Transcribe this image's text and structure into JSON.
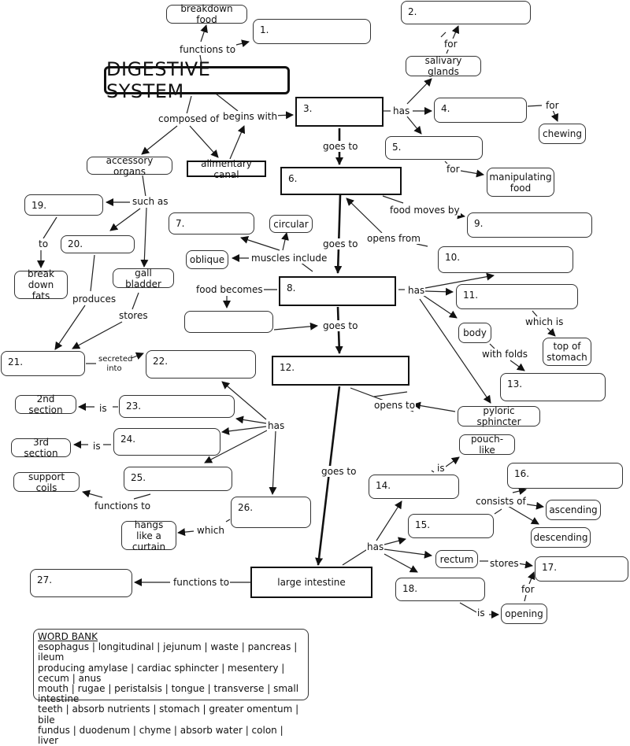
{
  "title": "DIGESTIVE SYSTEM",
  "nodes": {
    "breakdown_food": "breakdown food",
    "n1": "1.",
    "n2": "2.",
    "salivary_glands": "salivary glands",
    "n3": "3.",
    "n4": "4.",
    "chewing": "chewing",
    "n5": "5.",
    "manipulating_food": "manipulating food",
    "accessory_organs": "accessory organs",
    "alimentary_canal": "alimentary canal",
    "n6": "6.",
    "n19": "19.",
    "n20": "20.",
    "break_down_fats": "break down fats",
    "gall_bladder": "gall bladder",
    "n7": "7.",
    "circular": "circular",
    "oblique": "oblique",
    "n9": "9.",
    "n10": "10.",
    "n8": "8.",
    "food_becomes_blank": "",
    "n11": "11.",
    "body": "body",
    "top_of_stomach": "top of stomach",
    "n21": "21.",
    "n22": "22.",
    "n12": "12.",
    "n13": "13.",
    "second_section": "2nd section",
    "n23": "23.",
    "third_section": "3rd section",
    "n24": "24.",
    "pyloric_sphincter": "pyloric sphincter",
    "support_coils": "support coils",
    "n25": "25.",
    "pouch_like": "pouch-like",
    "n16": "16.",
    "n14": "14.",
    "n26": "26.",
    "ascending": "ascending",
    "n15": "15.",
    "hangs_like_curtain": "hangs like a curtain",
    "descending": "descending",
    "n27": "27.",
    "large_intestine": "large intestine",
    "rectum": "rectum",
    "n17": "17.",
    "n18": "18.",
    "opening": "opening"
  },
  "links": {
    "functions_to_1": "functions to",
    "for_2": "for",
    "has_3": "has",
    "for_4": "for",
    "for_5": "for",
    "composed_of": "composed of",
    "begins_with": "begins with",
    "goes_to_3": "goes to",
    "food_moves_by": "food moves by",
    "such_as": "such as",
    "to": "to",
    "goes_to_6": "goes to",
    "opens_from": "opens from",
    "muscles_include": "muscles include",
    "produces": "produces",
    "food_becomes": "food becomes",
    "has_8": "has",
    "stores_gb": "stores",
    "which_is": "which is",
    "secreted_into": "secreted into",
    "goes_to_8": "goes to",
    "with_folds": "with folds",
    "is_23": "is",
    "has_12": "has",
    "opens_to": "opens to",
    "is_24": "is",
    "goes_to_12": "goes to",
    "is_14": "is",
    "functions_to_25": "functions to",
    "consists_of": "consists of",
    "which": "which",
    "has_li": "has",
    "stores_rectum": "stores",
    "functions_to_27": "functions to",
    "for_17": "for",
    "is_18": "is"
  },
  "word_bank": {
    "title": "WORD BANK",
    "lines": [
      "esophagus | longitudinal | jejunum | waste | pancreas | ileum",
      "producing amylase | cardiac sphincter | mesentery | cecum | anus",
      "mouth | rugae | peristalsis | tongue | transverse | small intestine",
      "teeth | absorb nutrients | stomach | greater omentum | bile",
      "fundus | duodenum | chyme | absorb water |  colon | liver"
    ]
  }
}
